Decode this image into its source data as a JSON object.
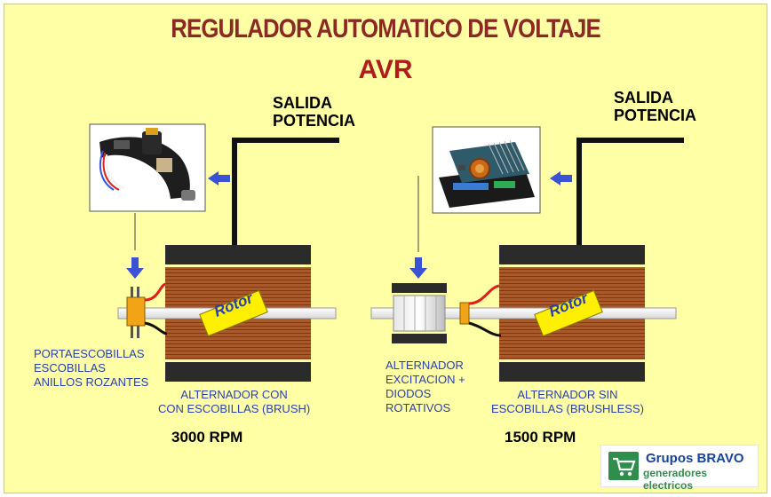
{
  "title": "REGULADOR AUTOMATICO DE VOLTAJE",
  "subtitle": "AVR",
  "left": {
    "salida": "SALIDA\nPOTENCIA",
    "rotor_label": "Rotor",
    "parts_label": "PORTAESCOBILLAS\nESCOBILLAS\nANILLOS ROZANTES",
    "alternator_label": "ALTERNADOR CON\nCON ESCOBILLAS (BRUSH)",
    "rpm": "3000 RPM"
  },
  "right": {
    "salida": "SALIDA\nPOTENCIA",
    "rotor_label": "Rotor",
    "exciter_label": "ALTERNADOR\nEXCITACION +\nDIODOS\nROTATIVOS",
    "alternator_label": "ALTERNADOR SIN\nESCOBILLAS (BRUSHLESS)",
    "rpm": "1500 RPM"
  },
  "logo": {
    "brand": "Grupos BRAVO",
    "tagline": "generadores electricos",
    "icon": "cart-icon"
  },
  "colors": {
    "background": "#ffffa6",
    "title": "#8b2a24",
    "avr": "#b01c1c",
    "blue_text": "#2a3fb0",
    "arrow": "#3b52d4",
    "stator": "#a85a2c",
    "rotor_label_bg": "#ffef00"
  }
}
